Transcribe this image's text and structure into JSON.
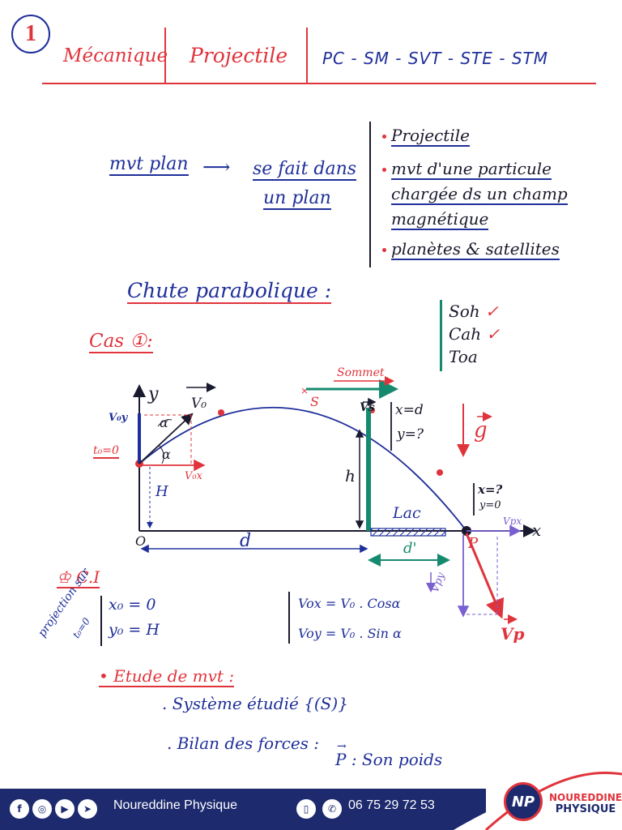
{
  "page_number": "1",
  "header": {
    "subject": "Mécanique",
    "topic": "Projectile",
    "levels": "PC - SM - SVT - STE - STM"
  },
  "intro": {
    "mvt_plan": "mvt plan",
    "arrow": "⟶",
    "fait_line1": "se fait dans",
    "fait_line2": "un plan"
  },
  "examples": [
    "Projectile",
    "mvt d'une particule",
    "chargée ds un champ",
    "magnétique",
    "planètes & satellites"
  ],
  "section_title": "Chute parabolique :",
  "soh_list": [
    "Soh",
    "Cah",
    "Toa"
  ],
  "checks": [
    "✓",
    "✓"
  ],
  "cas_label": "Cas ①:",
  "diagram": {
    "y_axis": "y",
    "x_axis": "x",
    "origin": "O",
    "v0": "V₀",
    "v0y": "V₀y",
    "v0x": "V₀x",
    "alpha": "α",
    "t0": "t₀=0",
    "H": "H",
    "d": "d",
    "h": "h",
    "sommet": "Sommet",
    "S": "S",
    "vs": "Vs",
    "cond1_x": "x=d",
    "cond1_y": "y=?",
    "lac": "Lac",
    "d_prime": "d'",
    "g": "g",
    "P": "P",
    "cond2_x": "x=?",
    "cond2_y": "y=0",
    "vpx": "Vpx",
    "vpy": "Vpy",
    "vp": "Vp"
  },
  "ci": {
    "title": "C.I",
    "projection_label": "projection sur",
    "t0": "t₀=0",
    "x0": "x₀ = 0",
    "y0": "y₀ = H",
    "vox": "Vox = V₀ . Cosα",
    "voy": "Voy = V₀ . Sin α"
  },
  "etude": {
    "title": "Etude de mvt :",
    "system": ". Système étudié {(S)}",
    "bilan": ". Bilan des forces :",
    "poids": "P : Son poids"
  },
  "footer": {
    "name": "Noureddine Physique",
    "phone": "06 75 29 72 53",
    "logo_line1": "NOUREDDINE",
    "logo_line2": "PHYSIQUE",
    "logo_mark": "NP"
  },
  "colors": {
    "red": "#e0343c",
    "blue": "#1f2f9a",
    "green": "#168a6e",
    "footer": "#1d2a6e"
  }
}
